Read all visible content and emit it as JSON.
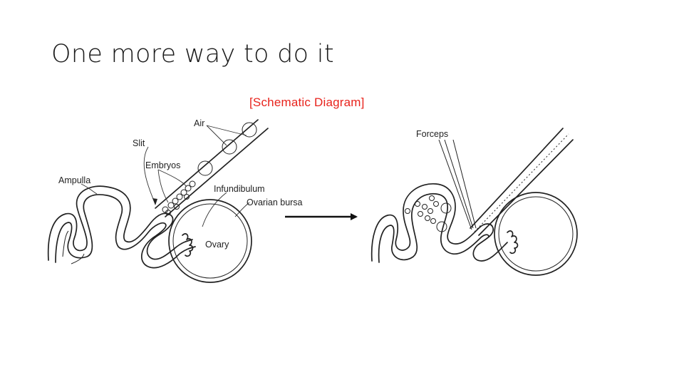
{
  "slide": {
    "title": "One more way to do it",
    "caption": "[Schematic Diagram]",
    "caption_color": "#e8231c"
  },
  "left_diagram": {
    "labels": {
      "air": "Air",
      "slit": "Slit",
      "embryos": "Embryos",
      "ampulla": "Ampulla",
      "infundibulum": "Infundibulum",
      "ovarian_bursa": "Ovarian bursa",
      "ovary": "Ovary"
    }
  },
  "right_diagram": {
    "labels": {
      "forceps": "Forceps"
    }
  }
}
